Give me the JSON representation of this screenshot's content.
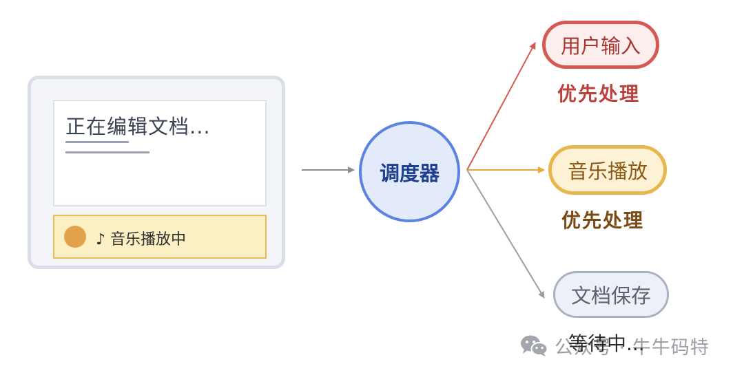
{
  "editor": {
    "text": "正在编辑文档...",
    "music_status": "♪ 音乐播放中"
  },
  "scheduler": {
    "label": "调度器"
  },
  "targets": [
    {
      "label": "用户输入",
      "note": "优先处理"
    },
    {
      "label": "音乐播放",
      "note": "优先处理"
    },
    {
      "label": "文档保存",
      "note": "等待中..."
    }
  ],
  "watermark": {
    "text": "公众号 · 牛牛码特",
    "icon": "wechat-icon"
  },
  "colors": {
    "user": "#d65a52",
    "music": "#e7b74e",
    "doc": "#aab2c1",
    "scheduler": "#5b83e0",
    "arrow_in": "#8a8d93"
  }
}
